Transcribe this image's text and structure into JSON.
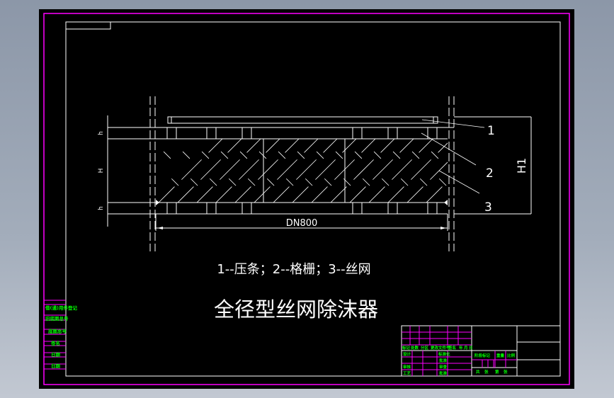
{
  "drawing": {
    "title": "全径型丝网除沫器",
    "legend": "1--压条；2--格栅；3--丝网",
    "dimension_width": "DN800",
    "dimension_height": "H1",
    "left_dims": [
      "h",
      "H",
      "h"
    ],
    "callouts": [
      "1",
      "2",
      "3"
    ],
    "colors": {
      "background": "#000000",
      "border": "#ff00ff",
      "lines": "#ffffff",
      "titleblock_text": "#00ff00"
    }
  },
  "left_strip": {
    "rows": [
      "借(通)用件登记",
      "旧底图总号",
      "底图总号",
      "签名",
      "日期",
      "日期"
    ]
  },
  "title_block": {
    "rev_header": [
      "标记",
      "处数",
      "分区",
      "更改文件号",
      "签名",
      "年",
      "月",
      "日"
    ],
    "sign_rows": [
      {
        "left": "设计",
        "right": "标准化"
      },
      {
        "left": "",
        "right": "批准"
      },
      {
        "left": "审核",
        "right": "审查"
      },
      {
        "left": "工艺",
        "right": "批准"
      }
    ],
    "stage_header": [
      "阶段标记",
      "重量",
      "比例"
    ],
    "sheet_info": [
      "共",
      "张",
      "第",
      "张"
    ]
  }
}
